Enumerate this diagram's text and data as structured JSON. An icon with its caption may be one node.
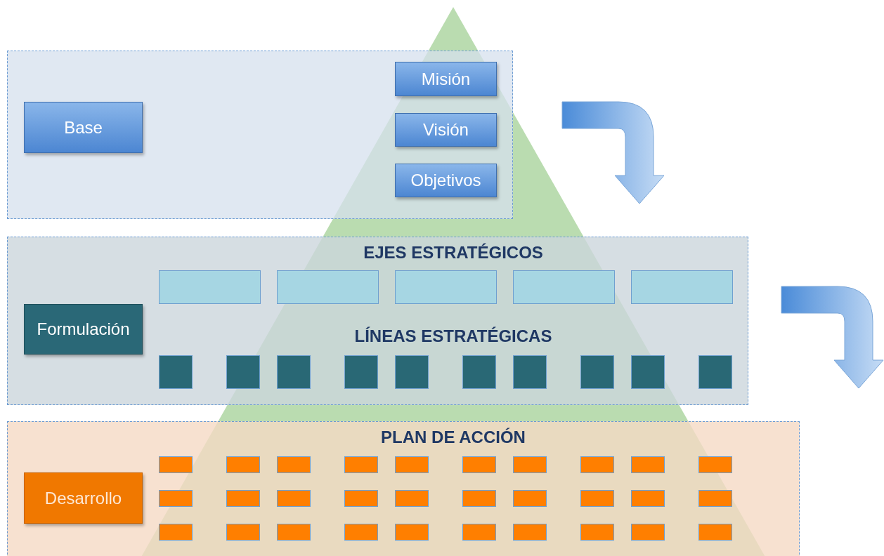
{
  "diagram": {
    "nodes": [
      {
        "text": [],
        "shape": "box"
      },
      {
        "text": [
          "Base"
        ],
        "in": 0
      },
      {
        "text": [
          "Misión"
        ],
        "in": 0
      },
      {
        "text": [
          "Visión"
        ],
        "in": 0
      },
      {
        "text": [
          "Objetivos"
        ],
        "in": 0
      },
      {
        "text": [],
        "shape": "box"
      },
      {
        "text": [
          "Formulación"
        ],
        "in": 5
      },
      {
        "text": [],
        "shape": "box",
        "in": 5
      },
      {
        "text": [],
        "shape": "box",
        "in": 5
      },
      {
        "text": [],
        "shape": "box",
        "in": 5
      },
      {
        "text": [],
        "shape": "box",
        "in": 5
      },
      {
        "text": [],
        "shape": "box",
        "in": 5
      },
      {
        "text": [],
        "shape": "box",
        "in": 5
      },
      {
        "text": [],
        "shape": "box",
        "in": 5
      },
      {
        "text": [],
        "shape": "box",
        "in": 5
      },
      {
        "text": [],
        "shape": "box",
        "in": 5
      },
      {
        "text": [],
        "shape": "box",
        "in": 5
      },
      {
        "text": [],
        "shape": "box",
        "in": 5
      },
      {
        "text": [],
        "shape": "box",
        "in": 5
      },
      {
        "text": [],
        "shape": "box",
        "in": 5
      },
      {
        "text": [],
        "shape": "box",
        "in": 5
      },
      {
        "text": [],
        "shape": "box",
        "in": 5
      },
      {
        "text": [],
        "shape": "box"
      },
      {
        "text": [
          "Desarrollo"
        ],
        "in": 22
      },
      {
        "text": [],
        "shape": "box",
        "in": 22
      },
      {
        "text": [],
        "shape": "box",
        "in": 22
      },
      {
        "text": [],
        "shape": "box",
        "in": 22
      },
      {
        "text": [],
        "shape": "box",
        "in": 22
      },
      {
        "text": [],
        "shape": "box",
        "in": 22
      },
      {
        "text": [],
        "shape": "box",
        "in": 22
      },
      {
        "text": [],
        "shape": "box",
        "in": 22
      },
      {
        "text": [],
        "shape": "box",
        "in": 22
      },
      {
        "text": [],
        "shape": "box",
        "in": 22
      },
      {
        "text": [],
        "shape": "box",
        "in": 22
      },
      {
        "text": [],
        "shape": "box",
        "in": 22
      },
      {
        "text": [],
        "shape": "box",
        "in": 22
      },
      {
        "text": [],
        "shape": "box",
        "in": 22
      },
      {
        "text": [],
        "shape": "box",
        "in": 22
      },
      {
        "text": [],
        "shape": "box",
        "in": 22
      },
      {
        "text": [],
        "shape": "box",
        "in": 22
      },
      {
        "text": [],
        "shape": "box",
        "in": 22
      },
      {
        "text": [],
        "shape": "box",
        "in": 22
      },
      {
        "text": [],
        "shape": "box",
        "in": 22
      },
      {
        "text": [],
        "shape": "box",
        "in": 22
      },
      {
        "text": [],
        "shape": "box",
        "in": 22
      },
      {
        "text": [],
        "shape": "box",
        "in": 22
      },
      {
        "text": [],
        "shape": "box",
        "in": 22
      },
      {
        "text": [],
        "shape": "box",
        "in": 22
      },
      {
        "text": [],
        "shape": "box",
        "in": 22
      },
      {
        "text": [],
        "shape": "box",
        "in": 22
      },
      {
        "text": [],
        "shape": "box",
        "in": 22
      },
      {
        "text": [],
        "shape": "box",
        "in": 22
      },
      {
        "text": [],
        "shape": "box",
        "in": 22
      },
      {
        "text": [],
        "shape": "box",
        "in": 22
      }
    ],
    "labels": [
      "EJES ESTRATÉGICOS",
      "LÍNEAS ESTRATÉGICAS",
      "PLAN DE ACCIÓN"
    ]
  }
}
